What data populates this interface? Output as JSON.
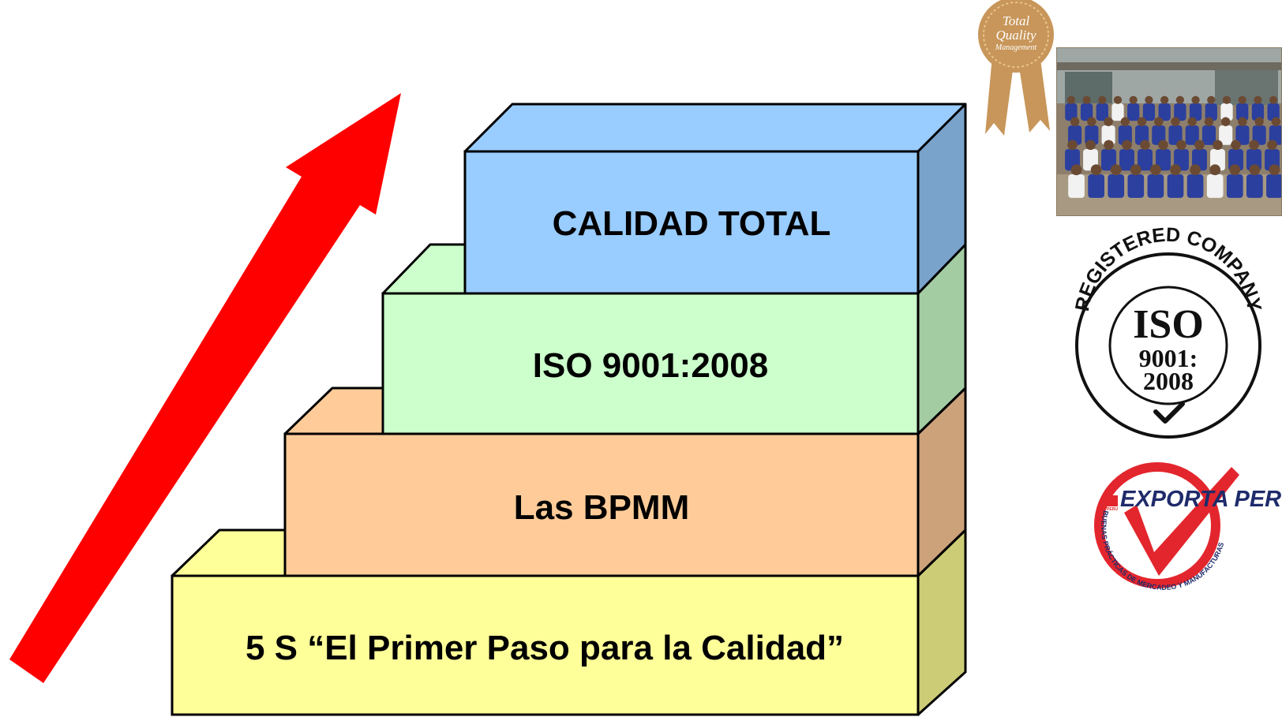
{
  "steps": [
    {
      "label": "5 S “El Primer Paso para la Calidad”",
      "front": "#ffff99",
      "top": "#ffff99",
      "side": "#cccc77"
    },
    {
      "label": "Las BPMM",
      "front": "#ffcc99",
      "top": "#ffcc99",
      "side": "#cca27a"
    },
    {
      "label": "ISO 9001:2008",
      "front": "#ccffcc",
      "top": "#ccffcc",
      "side": "#a3cca3"
    },
    {
      "label": "CALIDAD TOTAL",
      "front": "#99ccff",
      "top": "#99ccff",
      "side": "#7aa3cc"
    }
  ],
  "arrow": {
    "color": "#ff0000"
  },
  "badges": {
    "tqm": {
      "line1": "Total",
      "line2": "Quality",
      "line3": "Management",
      "color": "#c8965a"
    },
    "iso": {
      "ring_text": "REGISTERED COMPANY",
      "title": "ISO",
      "line1": "9001:",
      "line2": "2008"
    },
    "exporta": {
      "title": "EXPORTA PERU",
      "flag": "PERU",
      "ring_text": "BUENAS PRÁCTICAS DE MERCADEO Y MANUFACTURAS",
      "accent": "#e3262d"
    }
  },
  "photo": {
    "subject": "group photo of factory workers in blue shirts"
  }
}
